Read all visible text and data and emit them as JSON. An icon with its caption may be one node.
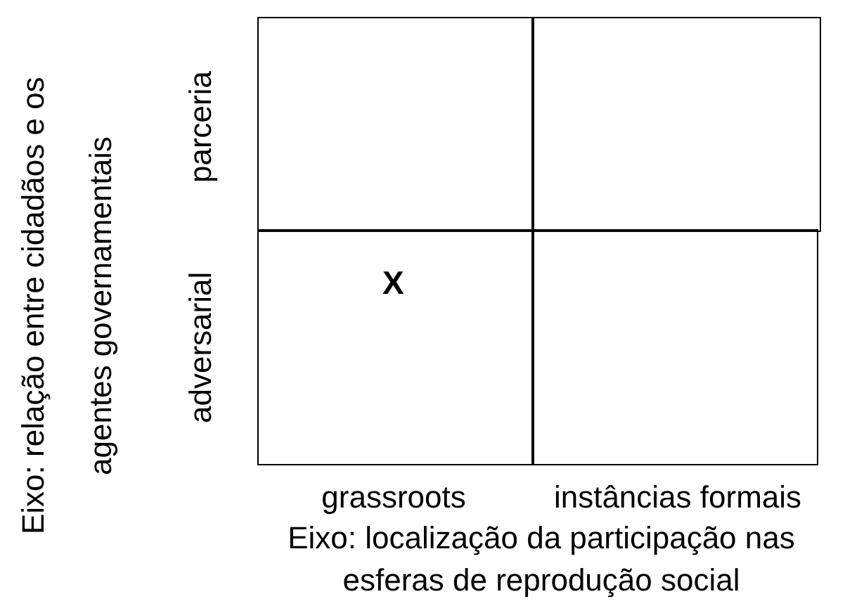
{
  "diagram": {
    "nodes": [
      {
        "text": [],
        "shape": "box"
      },
      {
        "text": [],
        "shape": "box"
      },
      {
        "text": [
          "X"
        ]
      },
      {
        "text": [],
        "shape": "box"
      }
    ],
    "labels": [
      "Eixo: relação entre cidadãos e os agentes governamentais",
      "parceria",
      "adversarial",
      "grassroots",
      "instâncias formais",
      "Eixo: localização da participação nas esferas de reprodução social"
    ]
  }
}
